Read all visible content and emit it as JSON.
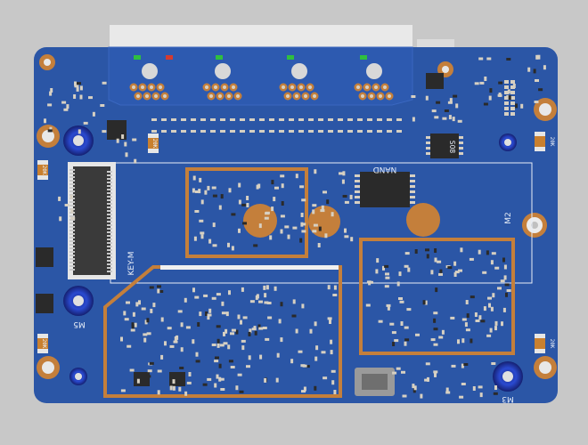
{
  "board": {
    "colors": {
      "background": "#c8c8c8",
      "pcb": "#2b56a6",
      "copper": "#c47f3b",
      "pad": "#d7d0c2",
      "silkscreen": "#e8eef7",
      "connector": "#e6e6e6",
      "chip": "#2a2a2a"
    },
    "labels": {
      "nand": "NAND",
      "m2": "M2",
      "key_m": "KEY-M",
      "m5": "M5",
      "m3": "M3",
      "sot8": "SO8",
      "v20k_1": "20K",
      "v20k_2": "20K",
      "v20k_3": "20K",
      "v20k_4": "20K",
      "v20k_5": "20K"
    }
  }
}
